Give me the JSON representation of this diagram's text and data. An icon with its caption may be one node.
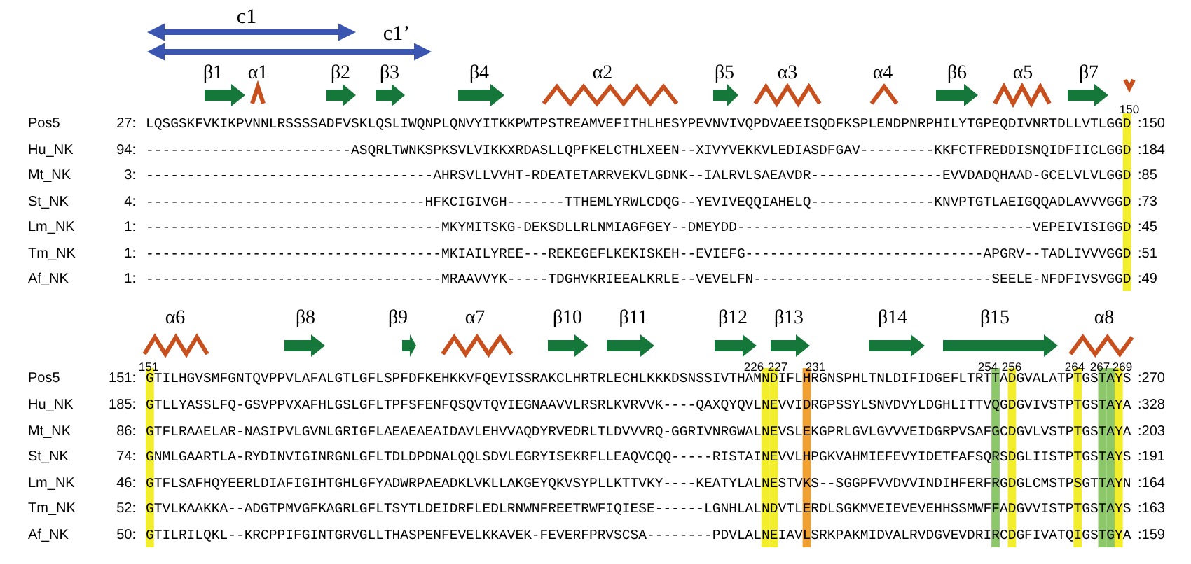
{
  "diagram": {
    "labels": [
      "c1",
      "c1’",
      "β1",
      "α1",
      "β2",
      "β3",
      "β4",
      "α2",
      "β5",
      "α3",
      "α4",
      "β6",
      "α5",
      "β7",
      "150",
      "Pos5",
      "27:",
      "LQSGSKFVKIKPVNNLRSSSSADFVSKLQSLIWQNPLQNVYITKKPWTPSTREAMVEFITHLHESYPEVNVIVQPDVAEEISQDFKSPLENDPNRPHILYTGPEQDIVNRTDLLVTLGGD",
      ":150",
      "Hu_NK",
      "94:",
      "-------------------------ASQRLTWNKSPKSVLVIKKXRDASLLQPFKELCTHLXEEN--XIVYVEKKVLEDIASDFGAV---------KKFCTFREDDISNQIDFIICLGGD",
      ":184",
      "Mt_NK",
      "3:",
      "-----------------------------------AHRSVLLVVHT-RDEATETARRVEKVLGDNK--IALRVLSAEAVDR----------------EVVDADQHAAD-GCELVLVLGGD",
      ":85",
      "St_NK",
      "4:",
      "----------------------------------HFKCIGIVGH-------TTHEMLYRWLCDQG--YEVIVEQQIAHELQ---------------KNVPTGTLAEIGQQADLAVVVGGD",
      ":73",
      "Lm_NK",
      "1:",
      "------------------------------------MKYMITSKG-DEKSDLLRLNMIAGFGEY--DMEYDD------------------------------------VEPEIVISIGGD",
      ":45",
      "Tm_NK",
      "1:",
      "------------------------------------MKIAILYREE---REKEGEFLKEKISKEH--EVIEFG-----------------------------APGRV--TADLIVVVGGD",
      ":51",
      "Af_NK",
      "1:",
      "------------------------------------MRAAVVYK-----TDGHVKRIEEALKRLE--VEVELFN-----------------------------SEELE-NFDFIVSVGGD",
      ":49",
      "α6",
      "β8",
      "β9",
      "α7",
      "β10",
      "β11",
      "β12",
      "β13",
      "β14",
      "β15",
      "α8",
      "151",
      "226",
      "227",
      "231",
      "254",
      "256",
      "264",
      "267",
      "269",
      "Pos5",
      "151:",
      "GTILHGVSMFGNTQVPPVLAFALGTLGFLSPFDFKEHKKVFQEVISSRAKCLHRTRLECHLKKKDSNSSIVTHAMNDIFLHRGNSPHLTNLDIFIDGEFLTRTTADGVALATPTGSTAYS",
      ":270",
      "Hu_NK",
      "185:",
      "GTLLYASSLFQ-GSVPPVXAFHLGSLGFLTPFSFENFQSQVTQVIEGNAAVVLRSRLKVRVVK----QAXQYQVLNEVVIDRGPSSYLSNVDVYLDGHLITTVQGDGVIVSTPTGSTAYA",
      ":328",
      "Mt_NK",
      "86:",
      "GTFLRAAELAR-NASIPVLGVNLGRIGFLAEAEAEAIDAVLEHVVAQDYRVEDRLTLDVVVRQ-GGRIVNRGWALNEVSLEKGPRLGVLGVVVEIDGRPVSAFGCDGVLVSTPTGSTAYA",
      ":203",
      "St_NK",
      "74:",
      "GNMLGAARTLA-RYDINVIGINRGNLGFLTDLDPDNALQQLSDVLEGRYISEKRFLLEAQVCQQ-----RISTAINEVVLHPGKVAHMIEFEVYIDETFAFSQRSDGLIISTPTGSTAYS",
      ":191",
      "Lm_NK",
      "46:",
      "GTFLSAFHQYEERLDIAFIGIHTGHLGFYADWRPAEADKLVKLLAKGEYQKVSYPLLKTTVKY----KEATYLALNESTVKS--SGGPFVVDVVINDIHFERFRGDGLCMSTPSGTTAYN",
      ":164",
      "Tm_NK",
      "52:",
      "GTVLKAAKKA--ADGTPMVGFKAGRLGFLTSYTLDEIDRFLEDLRNWNFREETRWFIQIESE------LGNHLALNDVTLERDLSGKMVEIEVEVEHHSSMWFFADGVVISTPTGSTAYS",
      ":163",
      "Af_NK",
      "50:",
      "GTILRILQKL--KRCPPIFGINTGRVGLLTHASPENFEVELKKAVEK-FEVERFPRVSCSA--------PDVLALNEIAVLSRKPAKMIDVALRVDGVEVDRIRCDGFIVATQIGSTGYA",
      ":159"
    ]
  }
}
